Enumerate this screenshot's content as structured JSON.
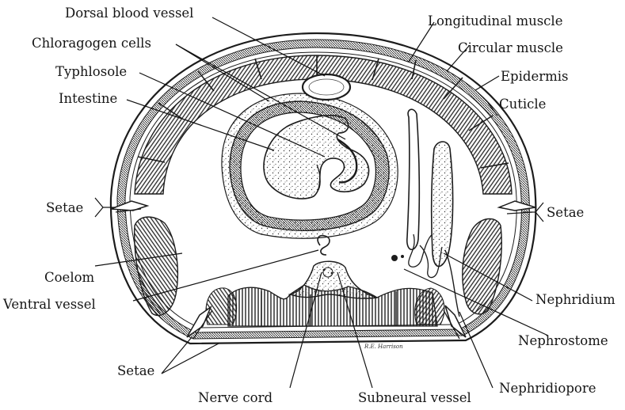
{
  "labels": {
    "dorsal_blood_vessel": "Dorsal blood vessel",
    "chloragogen_cells": "Chloragogen cells",
    "typhlosole": "Typhlosole",
    "intestine": "Intestine",
    "longitudinal_muscle": "Longitudinal muscle",
    "circular_muscle": "Circular muscle",
    "epidermis": "Epidermis",
    "cuticle": "Cuticle",
    "setae_left": "Setae",
    "setae_right": "Setae",
    "setae_bottom": "Setae",
    "coelom": "Coelom",
    "ventral_vessel": "Ventral vessel",
    "nephridium": "Nephridium",
    "nephrostome": "Nephrostome",
    "nephridiopore": "Nephridiopore",
    "nerve_cord": "Nerve cord",
    "subneural_vessel": "Subneural vessel"
  },
  "signature": "R.E. Harrison"
}
